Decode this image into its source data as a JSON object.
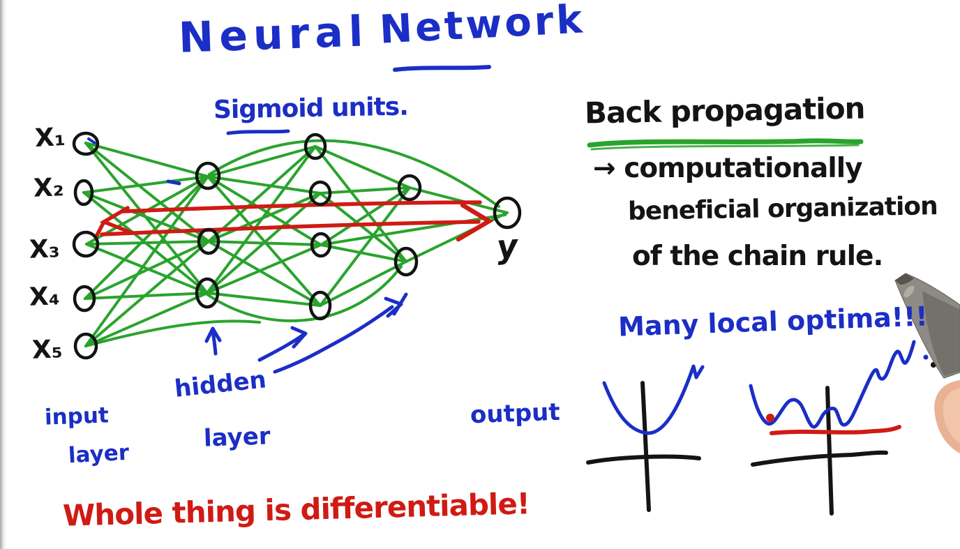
{
  "title": {
    "word1": "Neural",
    "word2": "Network"
  },
  "subtitle": "Sigmoid units.",
  "network": {
    "input_labels": [
      "X₁",
      "X₂",
      "X₃",
      "X₄",
      "X₅"
    ],
    "output_node_label": "y",
    "annotations": {
      "input_layer_line1": "input",
      "input_layer_line2": "layer",
      "hidden_layer_line1": "hidden",
      "hidden_layer_line2": "layer",
      "output_label": "output"
    }
  },
  "notes": {
    "backprop_title": "Back propagation",
    "backprop_line1": "→ computationally",
    "backprop_line2": "beneficial organization",
    "backprop_line3": "of the chain rule.",
    "optima_note": "Many local optima!!!",
    "differentiable_note": "Whole thing is differentiable!"
  },
  "graphics": {
    "left_sketch": "single-minimum-parabola-graph",
    "right_sketch": "many-local-minima-curve-graph-with-red-dot-and-red-level-line",
    "pen": "stylus-pen-tip",
    "finger": "fingertip-holding-pen"
  },
  "colors": {
    "ink_blue": "#1b2ec5",
    "ink_green": "#2aa32d",
    "ink_red": "#cf1b14",
    "ink_black": "#141414",
    "pen_gray": "#8d8b84",
    "finger_skin": "#e9b295",
    "background": "#ffffff"
  }
}
